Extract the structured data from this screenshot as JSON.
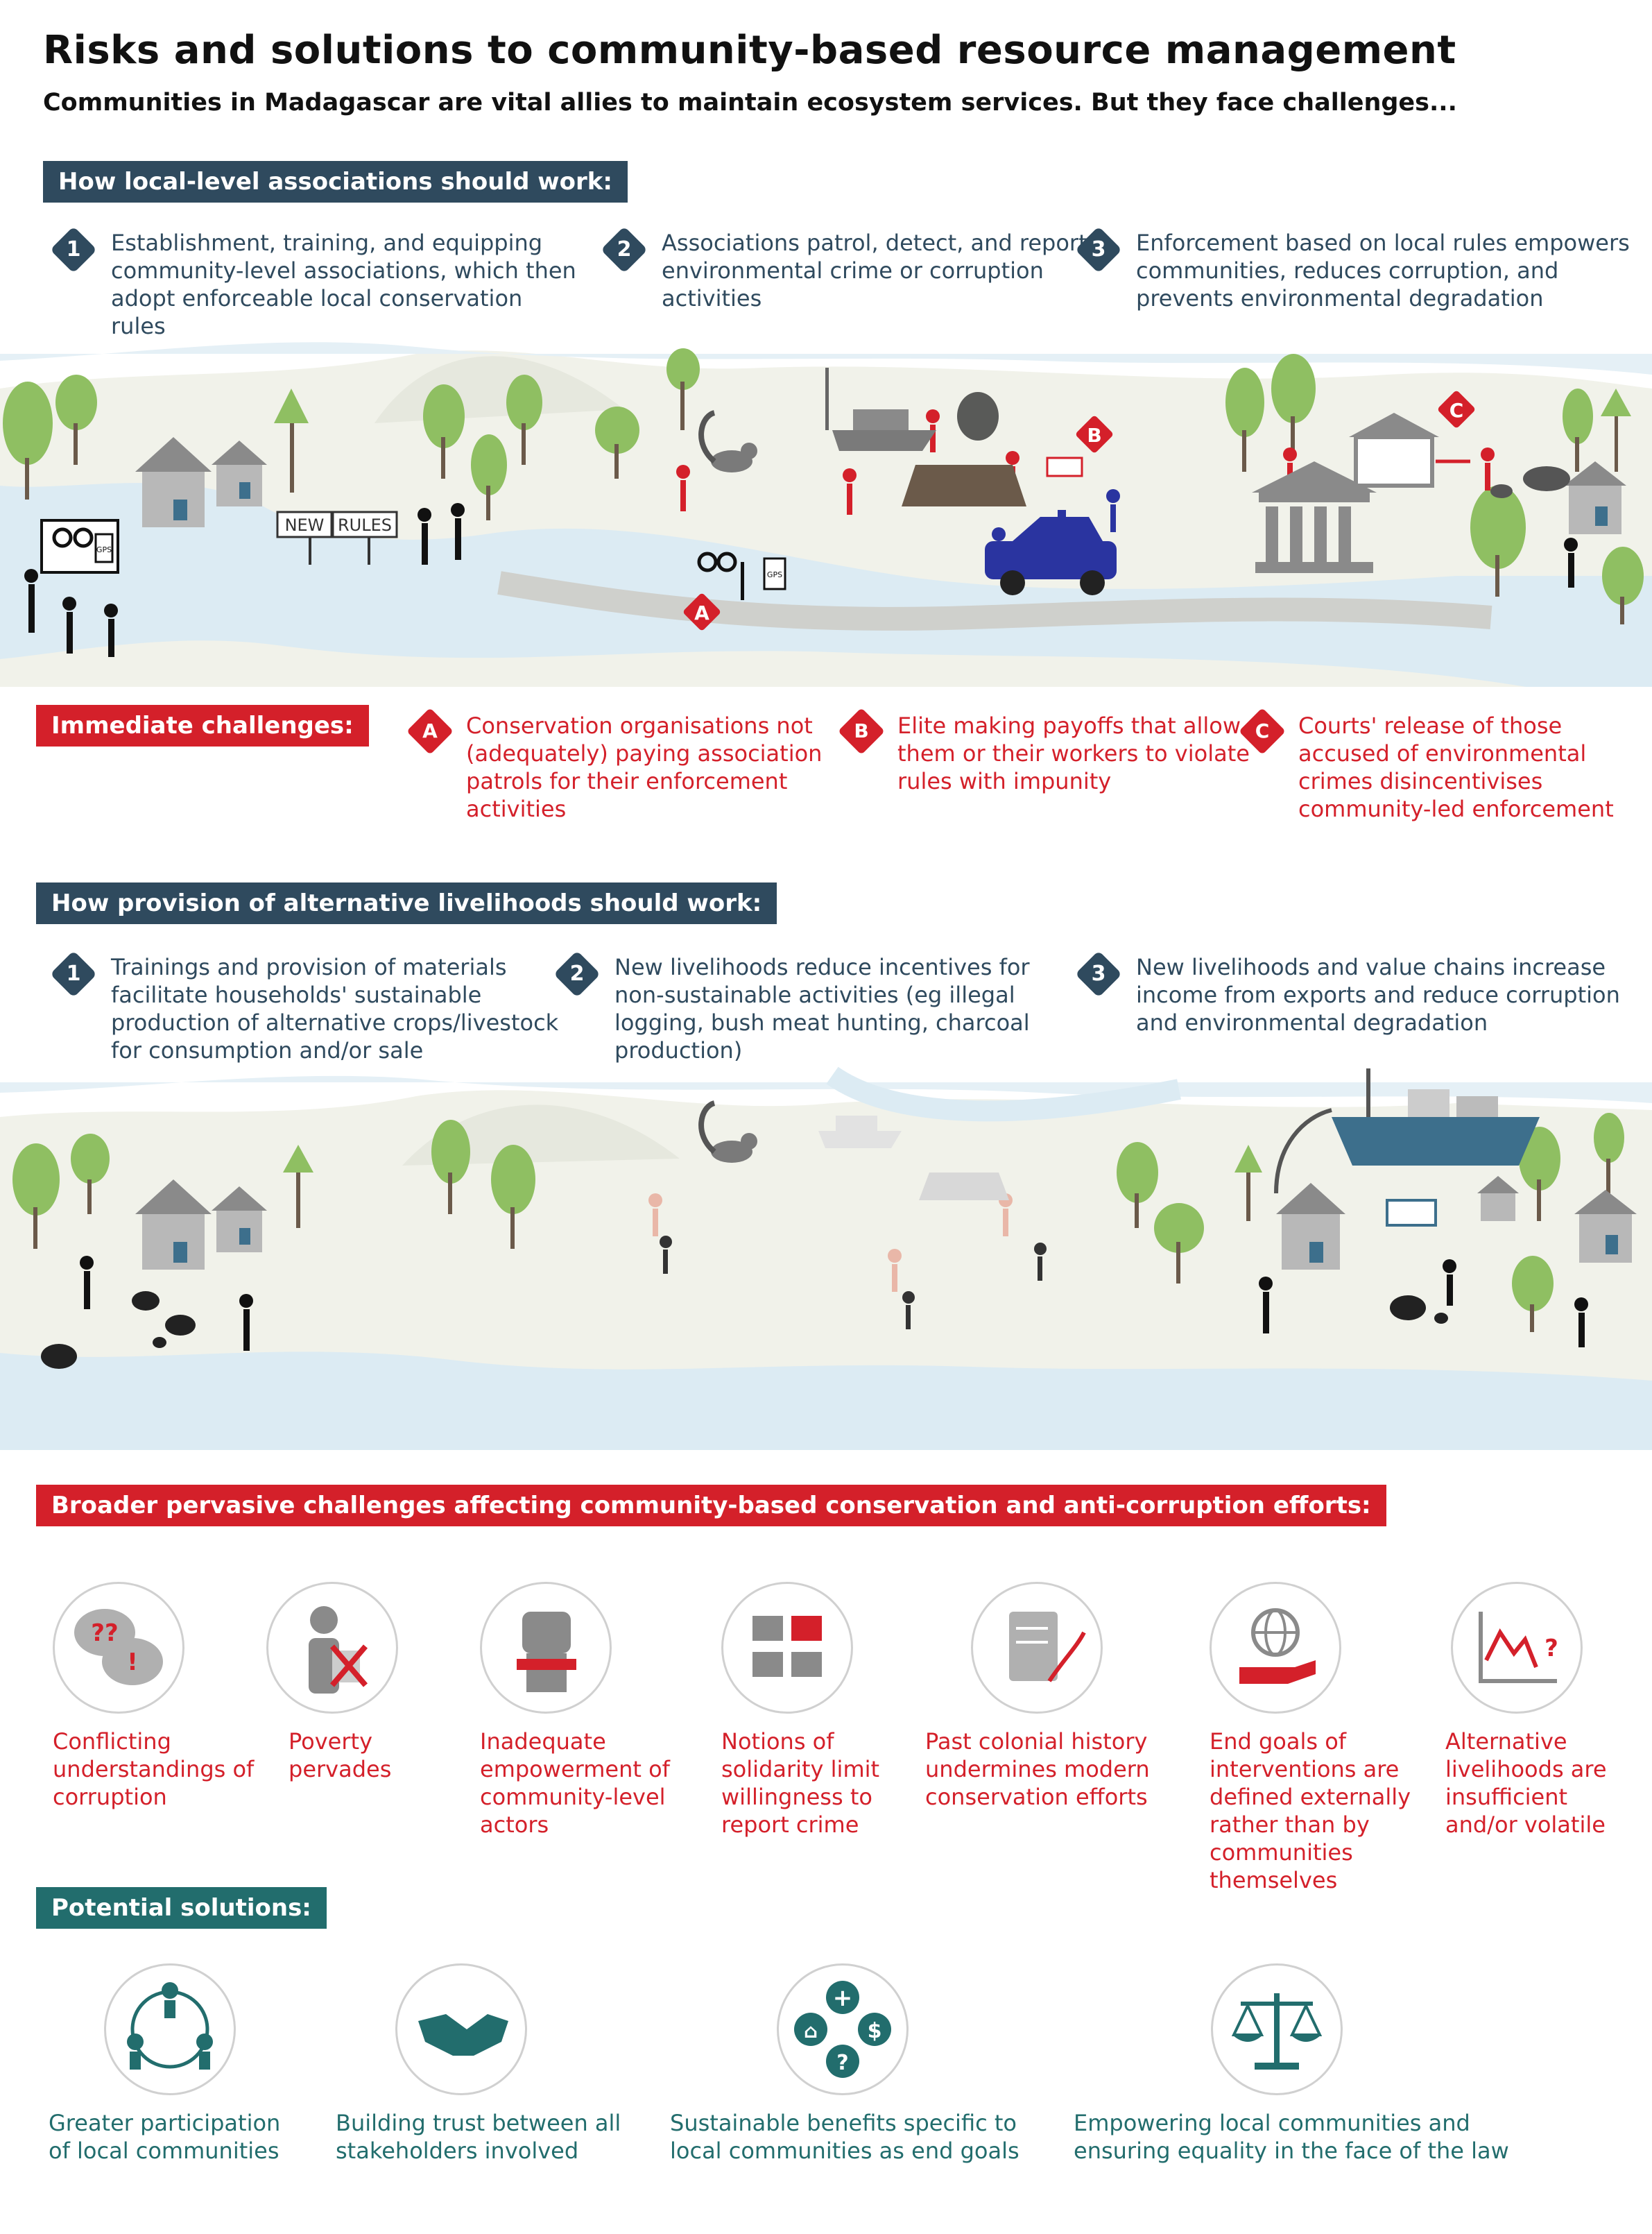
{
  "title": "Risks and solutions to community-based resource management",
  "subtitle": "Communities in Madagascar are vital allies to maintain ecosystem services. But they face challenges...",
  "section1": {
    "heading": "How local-level associations should work:",
    "steps": [
      {
        "num": "1",
        "text": "Establishment, training, and equipping community-level associations, which then adopt enforceable local conservation rules"
      },
      {
        "num": "2",
        "text": "Associations patrol, detect, and report environmental crime or corruption activities"
      },
      {
        "num": "3",
        "text": "Enforcement based on local rules empowers communities, reduces corruption, and prevents environmental degradation"
      }
    ],
    "scene_labels": {
      "sign_new": "NEW",
      "sign_rules": "RULES",
      "gps": "GPS"
    },
    "markers": [
      "A",
      "B",
      "C"
    ]
  },
  "challenges": {
    "heading": "Immediate challenges:",
    "items": [
      {
        "letter": "A",
        "text": "Conservation organisations not (adequately) paying association patrols for their enforcement activities"
      },
      {
        "letter": "B",
        "text": "Elite making payoffs that allow them or their workers to violate rules with impunity"
      },
      {
        "letter": "C",
        "text": "Courts' release of those accused of environmental crimes disincentivises community-led enforcement"
      }
    ]
  },
  "section2": {
    "heading": "How provision of alternative livelihoods should work:",
    "steps": [
      {
        "num": "1",
        "text": "Trainings and provision of materials facilitate households' sustainable production of alternative crops/livestock for consumption and/or sale"
      },
      {
        "num": "2",
        "text": "New livelihoods reduce incentives for non-sustainable activities (eg illegal logging, bush meat hunting, charcoal production)"
      },
      {
        "num": "3",
        "text": "New livelihoods and value chains increase income from exports and reduce corruption and environmental degradation"
      }
    ]
  },
  "broader": {
    "heading": "Broader pervasive challenges affecting community-based conservation and anti-corruption efforts:",
    "items": [
      {
        "icon": "speech-bubbles-icon",
        "text": "Conflicting understandings of corruption"
      },
      {
        "icon": "poverty-person-icon",
        "text": "Poverty pervades"
      },
      {
        "icon": "raised-fist-icon",
        "text": "Inadequate empowerment of community-level actors"
      },
      {
        "icon": "interlocked-hands-icon",
        "text": "Notions of solidarity limit willingness to report crime"
      },
      {
        "icon": "scroll-quill-icon",
        "text": "Past colonial history undermines modern conservation efforts"
      },
      {
        "icon": "globe-hand-icon",
        "text": "End goals of interventions are defined externally rather than by communities themselves"
      },
      {
        "icon": "volatile-chart-icon",
        "text": "Alternative livelihoods are insufficient and/or volatile"
      }
    ]
  },
  "solutions": {
    "heading": "Potential solutions:",
    "items": [
      {
        "icon": "people-circle-icon",
        "text": "Greater participation of local communities"
      },
      {
        "icon": "handshake-icon",
        "text": "Building trust between all stakeholders involved"
      },
      {
        "icon": "benefits-icon",
        "text": "Sustainable benefits specific to local communities as end goals"
      },
      {
        "icon": "scales-icon",
        "text": "Empowering local communities and ensuring equality in the face of the law"
      }
    ]
  },
  "colors": {
    "navy": "#2f4a5e",
    "red": "#d4202a",
    "teal": "#226d6d",
    "land": "#f1f2ea",
    "water": "#dcebf3",
    "tree": "#8fbf62"
  }
}
